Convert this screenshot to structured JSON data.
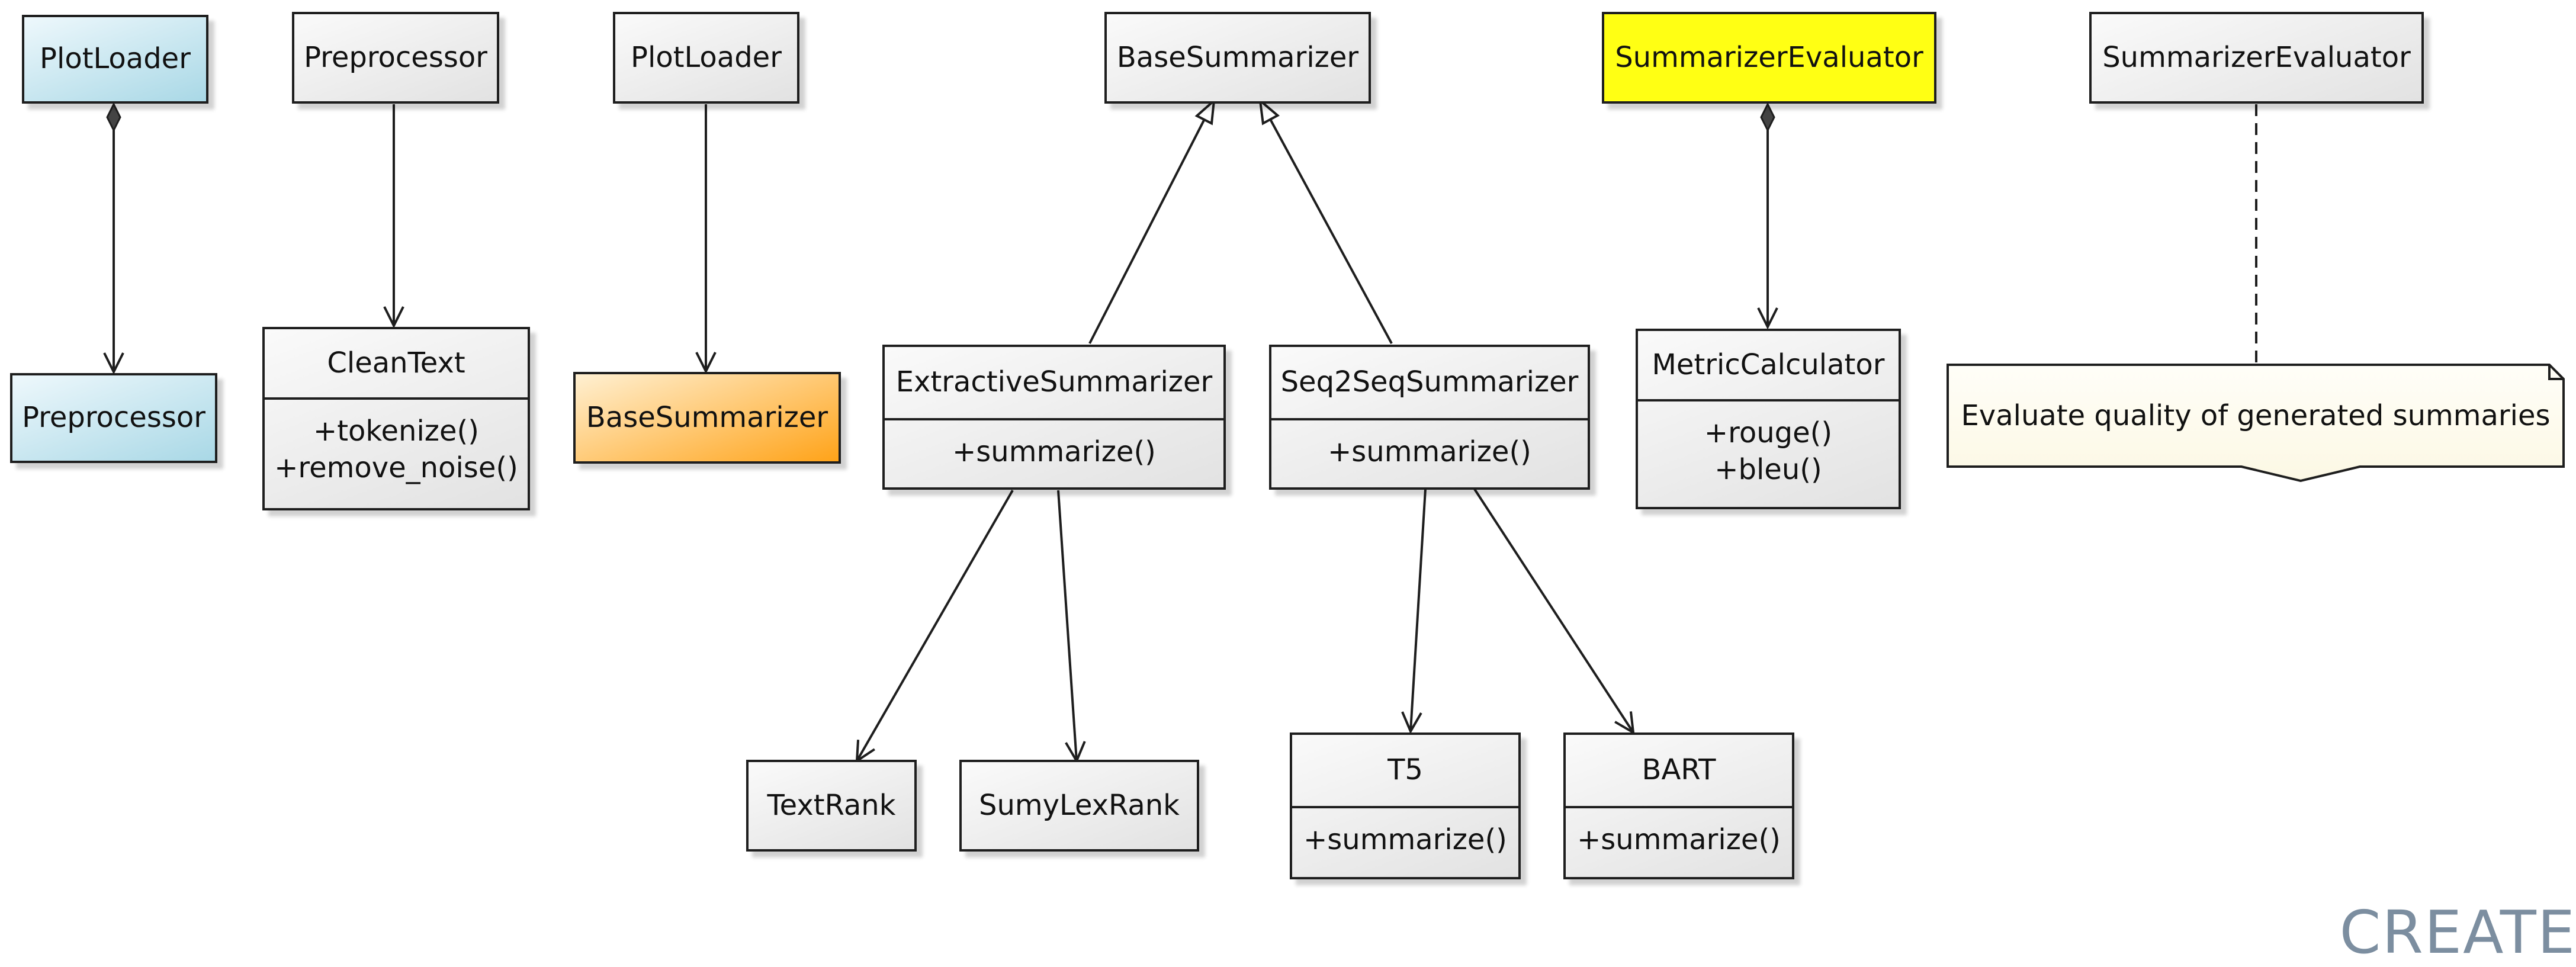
{
  "classes": {
    "plotloader_1": {
      "name": "PlotLoader"
    },
    "preprocessor_1": {
      "name": "Preprocessor"
    },
    "preprocessor_2": {
      "name": "Preprocessor"
    },
    "plotloader_2": {
      "name": "PlotLoader"
    },
    "cleantext": {
      "name": "CleanText",
      "methods": [
        "+tokenize()",
        "+remove_noise()"
      ]
    },
    "basesummarizer_1": {
      "name": "BaseSummarizer"
    },
    "basesummarizer_2": {
      "name": "BaseSummarizer"
    },
    "extractive": {
      "name": "ExtractiveSummarizer",
      "methods": [
        "+summarize()"
      ]
    },
    "seq2seq": {
      "name": "Seq2SeqSummarizer",
      "methods": [
        "+summarize()"
      ]
    },
    "textrank": {
      "name": "TextRank"
    },
    "sumylexrank": {
      "name": "SumyLexRank"
    },
    "t5": {
      "name": "T5",
      "methods": [
        "+summarize()"
      ]
    },
    "bart": {
      "name": "BART",
      "methods": [
        "+summarize()"
      ]
    },
    "evaluator_1": {
      "name": "SummarizerEvaluator"
    },
    "evaluator_2": {
      "name": "SummarizerEvaluator"
    },
    "metric": {
      "name": "MetricCalculator",
      "methods": [
        "+rouge()",
        "+bleu()"
      ]
    }
  },
  "note": {
    "text": "Evaluate quality of generated summaries"
  },
  "watermark": {
    "text": "CREATE"
  },
  "colors": {
    "line": "#1e1e1e",
    "class_fill": "#eeeeee",
    "blue_fill": "#a9d8e6",
    "orange_fill": "#ffa319",
    "yellow_fill": "#ffff14",
    "note_fill": "#fefdf0",
    "watermark": "#7c8ea0"
  },
  "relations": [
    {
      "from": "plotloader_1",
      "to": "preprocessor_1",
      "kind": "composition"
    },
    {
      "from": "preprocessor_2",
      "to": "cleantext",
      "kind": "association"
    },
    {
      "from": "plotloader_2",
      "to": "basesummarizer_1",
      "kind": "association"
    },
    {
      "from": "extractive",
      "to": "basesummarizer_2",
      "kind": "generalization"
    },
    {
      "from": "seq2seq",
      "to": "basesummarizer_2",
      "kind": "generalization"
    },
    {
      "from": "extractive",
      "to": "textrank",
      "kind": "association"
    },
    {
      "from": "extractive",
      "to": "sumylexrank",
      "kind": "association"
    },
    {
      "from": "seq2seq",
      "to": "t5",
      "kind": "association"
    },
    {
      "from": "seq2seq",
      "to": "bart",
      "kind": "association"
    },
    {
      "from": "evaluator_1",
      "to": "metric",
      "kind": "composition"
    },
    {
      "from": "evaluator_2",
      "to": "note",
      "kind": "note-link"
    }
  ]
}
